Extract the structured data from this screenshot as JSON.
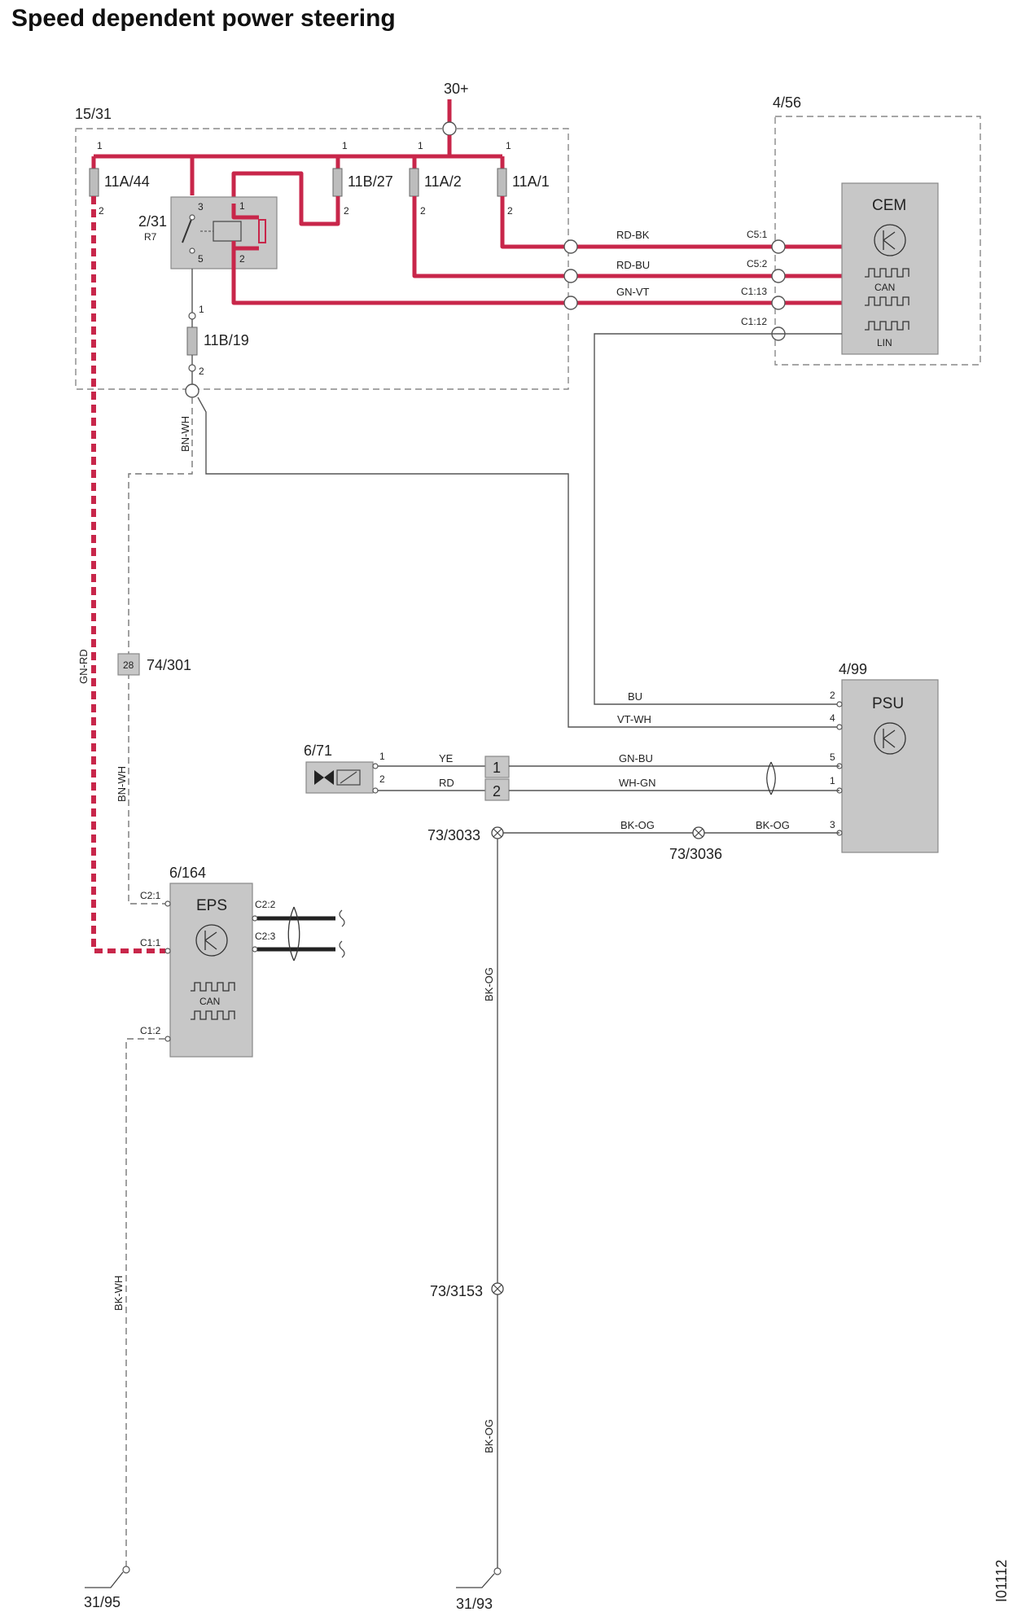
{
  "title": "Speed dependent power steering",
  "diagram_id": "I01112",
  "supply": "30+",
  "boxes": {
    "central_box": "15/31",
    "cem_box": "4/56"
  },
  "fuses": {
    "f1": "11A/44",
    "f2": "11B/27",
    "f3": "11A/2",
    "f4": "11A/1",
    "f5": "11B/19"
  },
  "relay": {
    "id": "2/31",
    "sub": "R7"
  },
  "pins": {
    "p1": "1",
    "p2": "2",
    "p3": "3",
    "p5": "5",
    "p4": "4",
    "p28": "28"
  },
  "wires": {
    "rd_bk": "RD-BK",
    "rd_bu": "RD-BU",
    "gn_vt": "GN-VT",
    "bn_wh": "BN-WH",
    "gn_rd": "GN-RD",
    "bu": "BU",
    "vt_wh": "VT-WH",
    "ye": "YE",
    "rd": "RD",
    "gn_bu": "GN-BU",
    "wh_gn": "WH-GN",
    "bk_og": "BK-OG",
    "bk_wh": "BK-WH"
  },
  "connectors": {
    "c5_1": "C5:1",
    "c5_2": "C5:2",
    "c1_13": "C1:13",
    "c1_12": "C1:12",
    "c2_1": "C2:1",
    "c1_1": "C1:1",
    "c1_2": "C1:2",
    "c2_2": "C2:2",
    "c2_3": "C2:3"
  },
  "modules": {
    "cem": "CEM",
    "psu": "PSU",
    "psu_id": "4/99",
    "eps": "EPS",
    "eps_id": "6/164",
    "valve_id": "6/71",
    "can": "CAN",
    "lin": "LIN"
  },
  "splices": {
    "s74_301": "74/301",
    "s73_3033": "73/3033",
    "s73_3036": "73/3036",
    "s73_3153": "73/3153"
  },
  "grounds": {
    "g31_95": "31/95",
    "g31_93": "31/93"
  }
}
